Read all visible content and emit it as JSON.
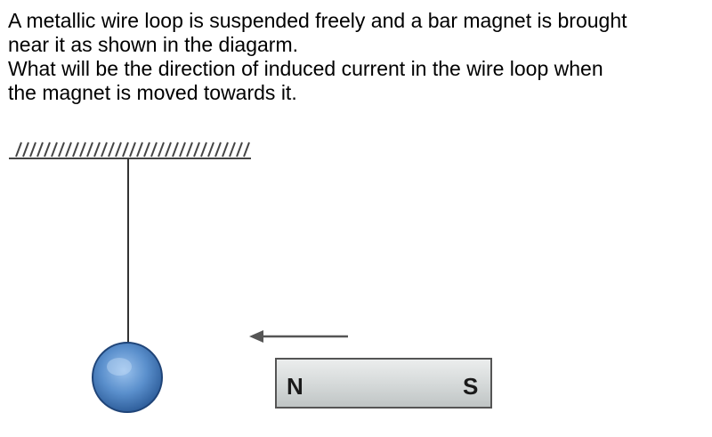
{
  "question": {
    "line1": "A metallic wire loop is suspended freely and a bar magnet is brought",
    "line2": "near it as shown in the diagarm.",
    "line3": "What will be the direction of induced current in the wire loop when",
    "line4": "the magnet is moved towards it."
  },
  "magnet": {
    "north_label": "N",
    "south_label": "S"
  },
  "colors": {
    "text": "#000000",
    "magnet_fill": "#d9dcdc",
    "loop_fill": "#5a8fcc",
    "thread": "#333333"
  }
}
